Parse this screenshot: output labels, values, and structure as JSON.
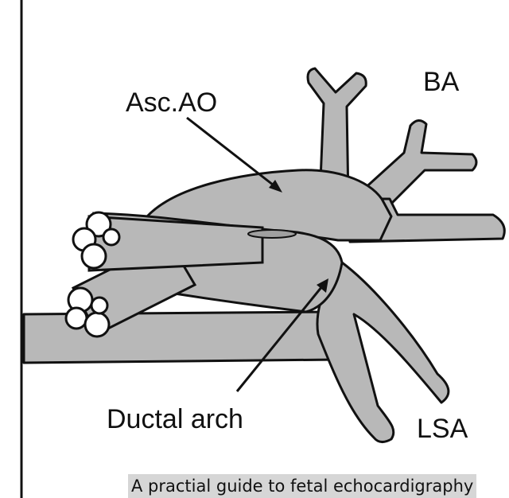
{
  "labels": {
    "asc_ao": "Asc.AO",
    "ba": "BA",
    "ductal_arch": "Ductal arch",
    "lsa": "LSA"
  },
  "caption": "A practial guide to fetal echocardigraphy"
}
